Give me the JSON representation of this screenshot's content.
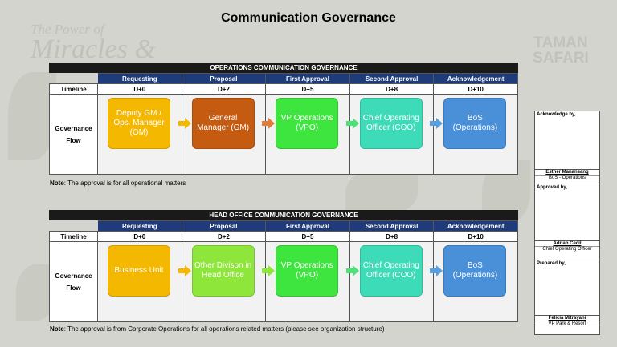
{
  "page_title": "Communication Governance",
  "watermark": {
    "left_line1": "The Power of",
    "left_line2": "Miracles &",
    "right_line1": "TAMAN",
    "right_line2": "SAFARI"
  },
  "sections": [
    {
      "title": "OPERATIONS COMMUNICATION GOVERNANCE",
      "stage_headers": [
        "Requesting",
        "Proposal",
        "First Approval",
        "Second Approval",
        "Acknowledgement"
      ],
      "timeline_label": "Timeline",
      "days": [
        "D+0",
        "D+2",
        "D+5",
        "D+8",
        "D+10"
      ],
      "flow_label": "Governance Flow",
      "boxes": [
        {
          "text": "Deputy GM / Ops. Manager (OM)",
          "color": "#f5b800",
          "text_color": "#ffffff"
        },
        {
          "text": "General Manager (GM)",
          "color": "#c55a11",
          "text_color": "#ffffff"
        },
        {
          "text": "VP Operations (VPO)",
          "color": "#3fe53f",
          "text_color": "#ffffff"
        },
        {
          "text": "Chief Operating Officer (COO)",
          "color": "#3ddbb8",
          "text_color": "#ffffff"
        },
        {
          "text": "BoS (Operations)",
          "color": "#4a90d9",
          "text_color": "#ffffff"
        }
      ],
      "arrow_colors": [
        "#f5b800",
        "#e07b39",
        "#4fe07a",
        "#5a9fe0"
      ],
      "note_label": "Note",
      "note_text": ": The approval is for all operational matters"
    },
    {
      "title": "HEAD OFFICE COMMUNICATION GOVERNANCE",
      "stage_headers": [
        "Requesting",
        "Proposal",
        "First Approval",
        "Second Approval",
        "Acknowledgement"
      ],
      "timeline_label": "Timeline",
      "days": [
        "D+0",
        "D+2",
        "D+5",
        "D+8",
        "D+10"
      ],
      "flow_label": "Governance Flow",
      "boxes": [
        {
          "text": "Business Unit",
          "color": "#f5b800",
          "text_color": "#ffffff"
        },
        {
          "text": "Other Divison in Head Office",
          "color": "#8ee63a",
          "text_color": "#ffffff"
        },
        {
          "text": "VP Operations (VPO)",
          "color": "#3fe53f",
          "text_color": "#ffffff"
        },
        {
          "text": "Chief Operating Officer (COO)",
          "color": "#3ddbb8",
          "text_color": "#ffffff"
        },
        {
          "text": "BoS (Operations)",
          "color": "#4a90d9",
          "text_color": "#ffffff"
        }
      ],
      "arrow_colors": [
        "#f5b800",
        "#8ee63a",
        "#4fe07a",
        "#5a9fe0"
      ],
      "note_label": "Note",
      "note_text": ": The approval is from Corporate Operations for all operations related matters (please see organization structure)"
    }
  ],
  "approvals": [
    {
      "title": "Acknowledge by,",
      "name": "Esther Manansang",
      "role": "BoS - Operations"
    },
    {
      "title": "Approved by,",
      "name": "Adrian Cecil",
      "role": "Chief Operating Officer"
    },
    {
      "title": "Prepared by,",
      "name": "Felicia Mitrayani",
      "role": "VP Park & Resort"
    }
  ]
}
